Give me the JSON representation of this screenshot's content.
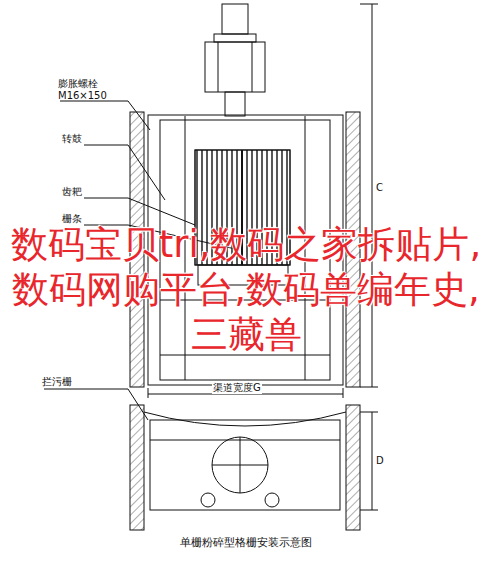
{
  "diagram": {
    "caption": "单栅粉碎型格栅安装示意图",
    "labels": [
      "膨胀螺栓",
      "M16×150",
      "转鼓",
      "齿耙",
      "栅条",
      "C",
      "渠道宽度G",
      "拦污栅",
      "D",
      "数码宝贝tri,数码之家拆贴片,数码网购平台,数码兽编年史,三藏兽"
    ]
  }
}
